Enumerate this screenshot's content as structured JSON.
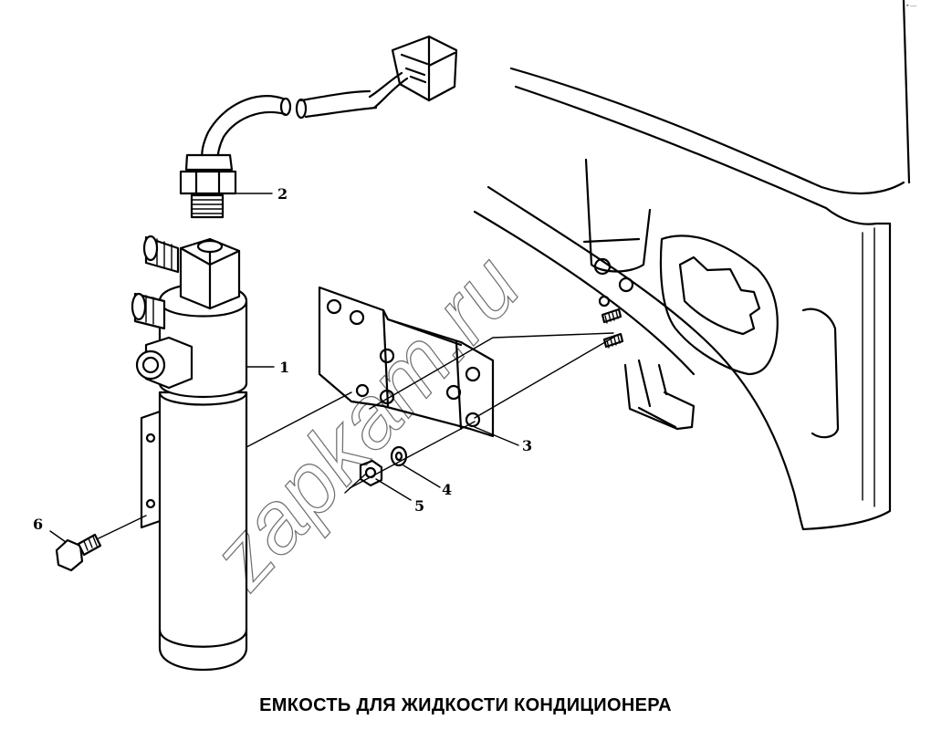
{
  "caption": "ЕМКОСТЬ ДЛЯ ЖИДКОСТИ КОНДИЦИОНЕРА",
  "watermark": "zapkam.ru",
  "corner_mark": "•—",
  "callouts": [
    {
      "id": "1",
      "label": "1"
    },
    {
      "id": "2",
      "label": "2"
    },
    {
      "id": "3",
      "label": "3"
    },
    {
      "id": "4",
      "label": "4"
    },
    {
      "id": "5",
      "label": "5"
    },
    {
      "id": "6",
      "label": "6"
    }
  ]
}
